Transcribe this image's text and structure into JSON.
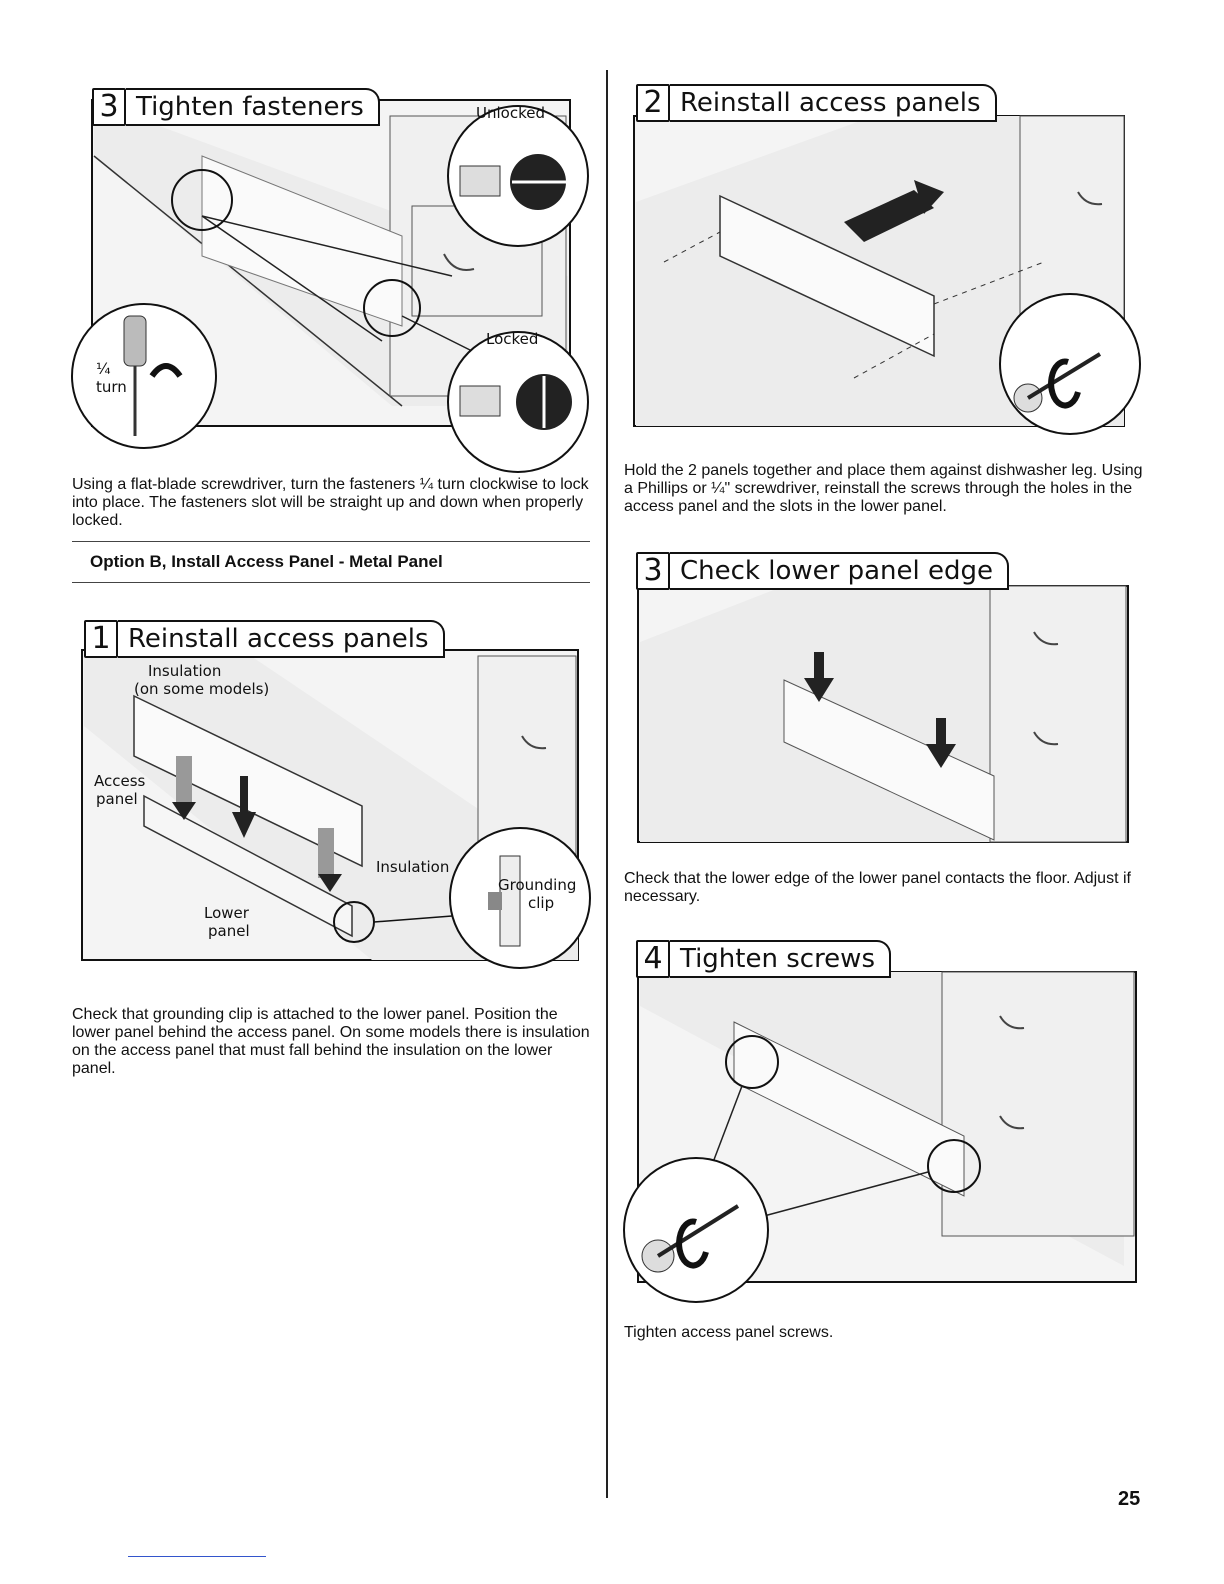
{
  "steps": [
    {
      "num": "3",
      "title": "Tighten fasteners",
      "labels": {
        "unlocked": "Unlocked",
        "locked": "Locked",
        "quarter": "¼",
        "turn": "turn"
      },
      "caption": "Using a flat-blade screwdriver, turn the fasteners ¼ turn clockwise to lock into place. The fasteners slot will be straight up and down when properly locked."
    },
    {
      "num": "1",
      "title": "Reinstall access panels",
      "labels": {
        "insulation_top": "Insulation",
        "some_models": "(on some models)",
        "access": "Access",
        "panel": "panel",
        "insulation": "Insulation",
        "grounding": "Grounding",
        "clip": "clip",
        "lower": "Lower",
        "lower_panel": "panel"
      },
      "caption": "Check that grounding clip is attached to the lower panel. Position the lower panel behind the access panel. On some models there is insulation on the access panel that must fall behind the insulation on the lower panel."
    },
    {
      "num": "2",
      "title": "Reinstall access panels",
      "caption": "Hold the 2 panels together and place them against dishwasher leg. Using a Phillips or ¼\" screwdriver, reinstall the screws through the holes in the access panel and the slots in the lower panel."
    },
    {
      "num": "3",
      "title": "Check lower panel edge",
      "caption": "Check that the lower edge of the lower panel contacts the floor. Adjust if necessary."
    },
    {
      "num": "4",
      "title": "Tighten screws",
      "caption": "Tighten access panel screws."
    }
  ],
  "section": {
    "title": "Option B, Install Access Panel - Metal Panel"
  },
  "page_number": "25"
}
